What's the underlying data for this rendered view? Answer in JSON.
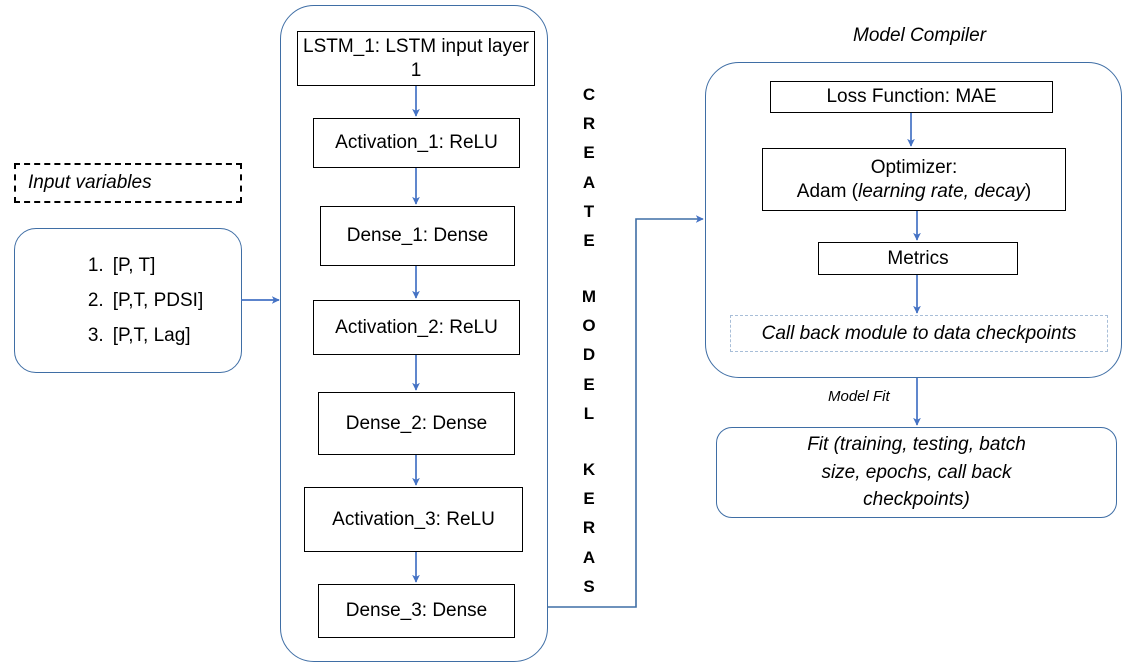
{
  "diagram": {
    "title_hidden": "",
    "input_panel": {
      "label": "Input variables",
      "items": [
        {
          "num": "1.",
          "text": "[P, T]"
        },
        {
          "num": "2.",
          "text": "[P,T, PDSI]"
        },
        {
          "num": "3.",
          "text": "[P,T, Lag]"
        }
      ]
    },
    "model_column": {
      "vertical_label_lines": [
        "C R E A T E",
        "M O D E L",
        "K E R A S"
      ],
      "vertical_words": [
        {
          "letters": "CREATE"
        },
        {
          "letters": "MODEL"
        },
        {
          "letters": "KERAS"
        }
      ],
      "nodes": [
        {
          "label": "LSTM_1: LSTM input layer 1"
        },
        {
          "label": "Activation_1: ReLU"
        },
        {
          "label": "Dense_1: Dense"
        },
        {
          "label": "Activation_2: ReLU"
        },
        {
          "label": "Dense_2: Dense"
        },
        {
          "label": "Activation_3: ReLU"
        },
        {
          "label": "Dense_3: Dense"
        }
      ]
    },
    "compiler": {
      "title": "Model Compiler",
      "loss": "Loss Function: MAE",
      "optimizer_line1": "Optimizer:",
      "optimizer_line2_plain": "Adam (",
      "optimizer_line2_italic": "learning rate, decay",
      "optimizer_line2_end": ")",
      "metrics": "Metrics",
      "callback": "Call back module to data checkpoints"
    },
    "fit": {
      "edge_label": "Model Fit",
      "line1": "Fit  (training, testing, batch",
      "line2": "size, epochs, call back",
      "line3": "checkpoints)"
    },
    "colors": {
      "accent_blue": "#3f6ea5",
      "arrow_blue": "#4472c4",
      "node_border": "#000000",
      "dashed_light": "#a8bed8",
      "background": "#ffffff"
    }
  }
}
